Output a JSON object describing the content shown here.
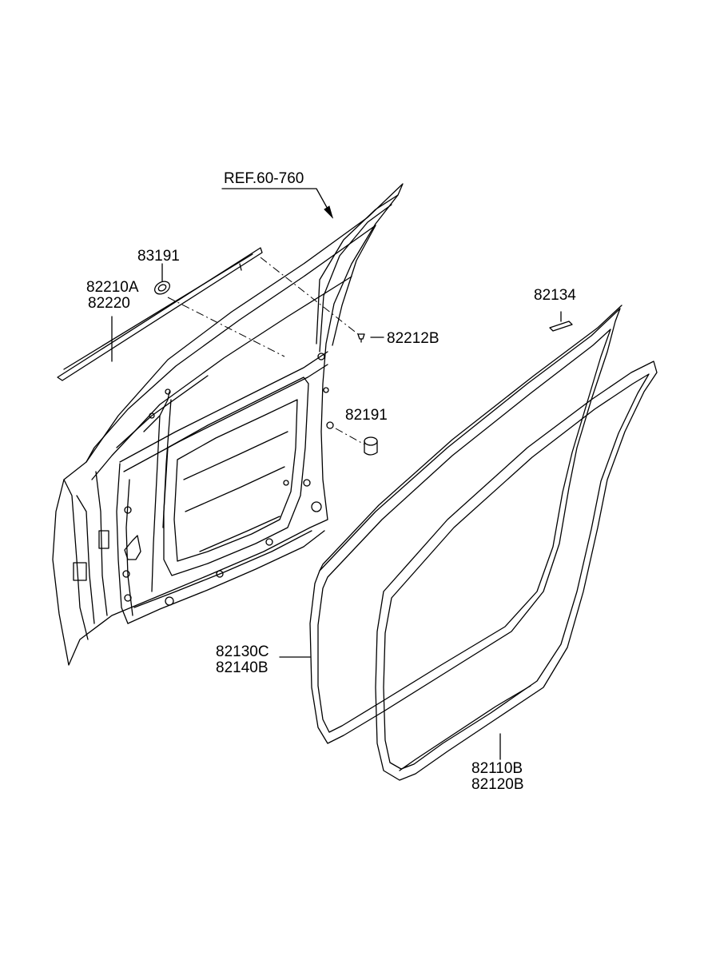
{
  "labels": {
    "ref": "REF.60-760",
    "p83191": "83191",
    "p82210a": "82210A",
    "p82220": "82220",
    "p82212b": "82212B",
    "p82134": "82134",
    "p82191": "82191",
    "p82130c": "82130C",
    "p82140b": "82140B",
    "p82110b": "82110B",
    "p82120b": "82120B"
  },
  "colors": {
    "line": "#000000",
    "background": "#ffffff"
  }
}
